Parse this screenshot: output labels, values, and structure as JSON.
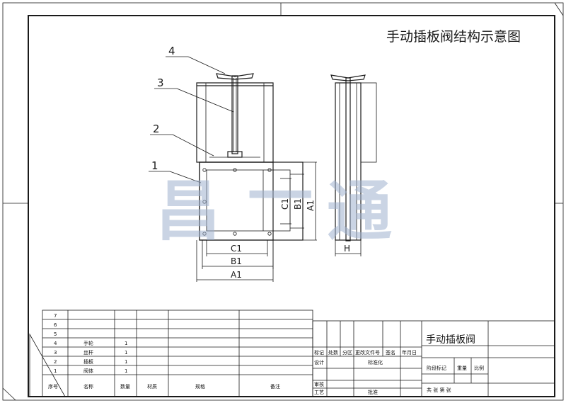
{
  "drawing_title": "手动插板阀结构示意图",
  "callouts": [
    "1",
    "2",
    "3",
    "4"
  ],
  "dimensions": {
    "a1": "A1",
    "b1": "B1",
    "c1": "C1",
    "h": "H"
  },
  "watermark": [
    "昌",
    "一",
    "通"
  ],
  "bom_rows": [
    {
      "no": "7",
      "name": "",
      "qty": ""
    },
    {
      "no": "6",
      "name": "",
      "qty": ""
    },
    {
      "no": "5",
      "name": "",
      "qty": ""
    },
    {
      "no": "4",
      "name": "手轮",
      "qty": "1"
    },
    {
      "no": "3",
      "name": "丝杆",
      "qty": "1"
    },
    {
      "no": "2",
      "name": "插板",
      "qty": "1"
    },
    {
      "no": "1",
      "name": "阀体",
      "qty": "1"
    }
  ],
  "bom_header": {
    "no": "序号",
    "name": "名称",
    "qty": "数量",
    "material": "材质",
    "spec": "规格",
    "note": "备注"
  },
  "title_block": {
    "part_name": "手动插板阀",
    "rev_headers": [
      "标记",
      "处数",
      "分区",
      "更改文件号",
      "签名",
      "年月日"
    ],
    "design": "设计",
    "standard": "标准化",
    "approve": "审核",
    "craft": "工艺",
    "approval": "批准",
    "stage_mark": "阶段标记",
    "weight": "重量",
    "scale": "比例",
    "sheets": "共 张 第 张"
  }
}
